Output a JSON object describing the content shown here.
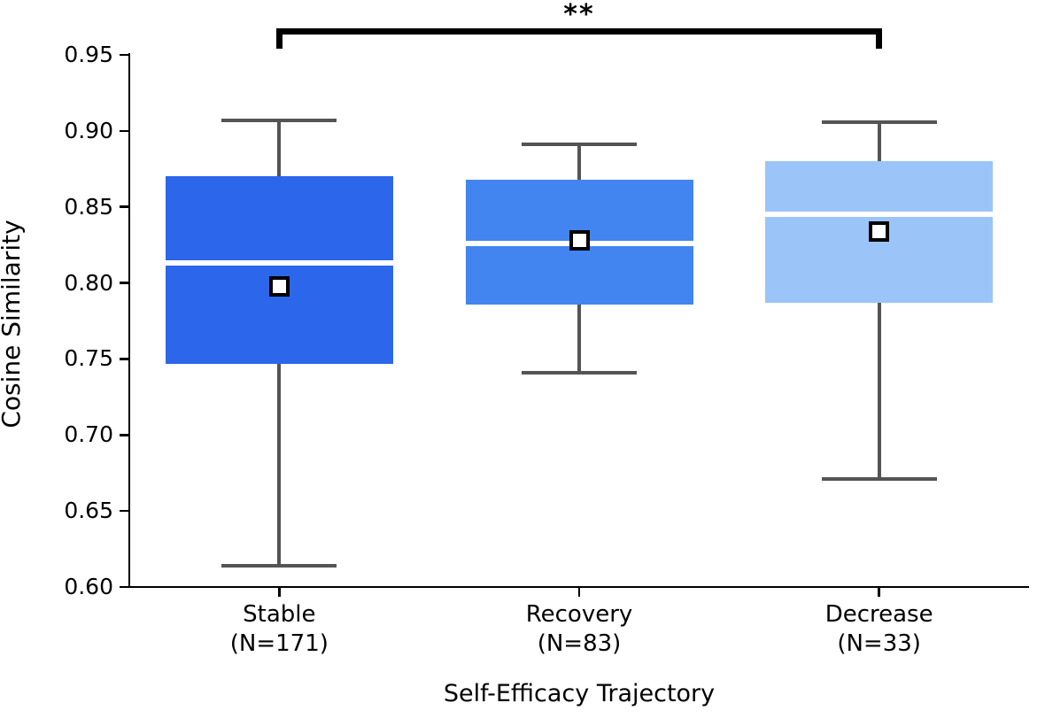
{
  "chart_data": {
    "type": "boxplot",
    "title": "",
    "xlabel": "Self-Efficacy Trajectory",
    "ylabel": "Cosine Similarity",
    "ylim": [
      0.6,
      0.95
    ],
    "yticks": [
      0.6,
      0.65,
      0.7,
      0.75,
      0.8,
      0.85,
      0.9,
      0.95
    ],
    "grid": false,
    "legend": "none",
    "categories": [
      "Stable",
      "Recovery",
      "Decrease"
    ],
    "groups": [
      {
        "label": "Stable",
        "n_label": "(N=171)",
        "n": 171,
        "whisker_low": 0.614,
        "q1": 0.747,
        "median": 0.813,
        "mean": 0.798,
        "q3": 0.87,
        "whisker_high": 0.907,
        "box_color": "#2C66EB"
      },
      {
        "label": "Recovery",
        "n_label": "(N=83)",
        "n": 83,
        "whisker_low": 0.741,
        "q1": 0.786,
        "median": 0.826,
        "mean": 0.828,
        "q3": 0.868,
        "whisker_high": 0.891,
        "box_color": "#4385F0"
      },
      {
        "label": "Decrease",
        "n_label": "(N=33)",
        "n": 33,
        "whisker_low": 0.671,
        "q1": 0.787,
        "median": 0.845,
        "mean": 0.834,
        "q3": 0.88,
        "whisker_high": 0.906,
        "box_color": "#9BC5F8"
      }
    ],
    "significance": {
      "label": "**",
      "from": "Stable",
      "to": "Decrease"
    },
    "styles": {
      "whisker_color": "#545454",
      "median_color": "#FFFFFF",
      "mean_marker": "white-square-black-border",
      "bracket_color": "#000000",
      "axis_color": "#000000",
      "background": "#FFFFFF"
    }
  }
}
